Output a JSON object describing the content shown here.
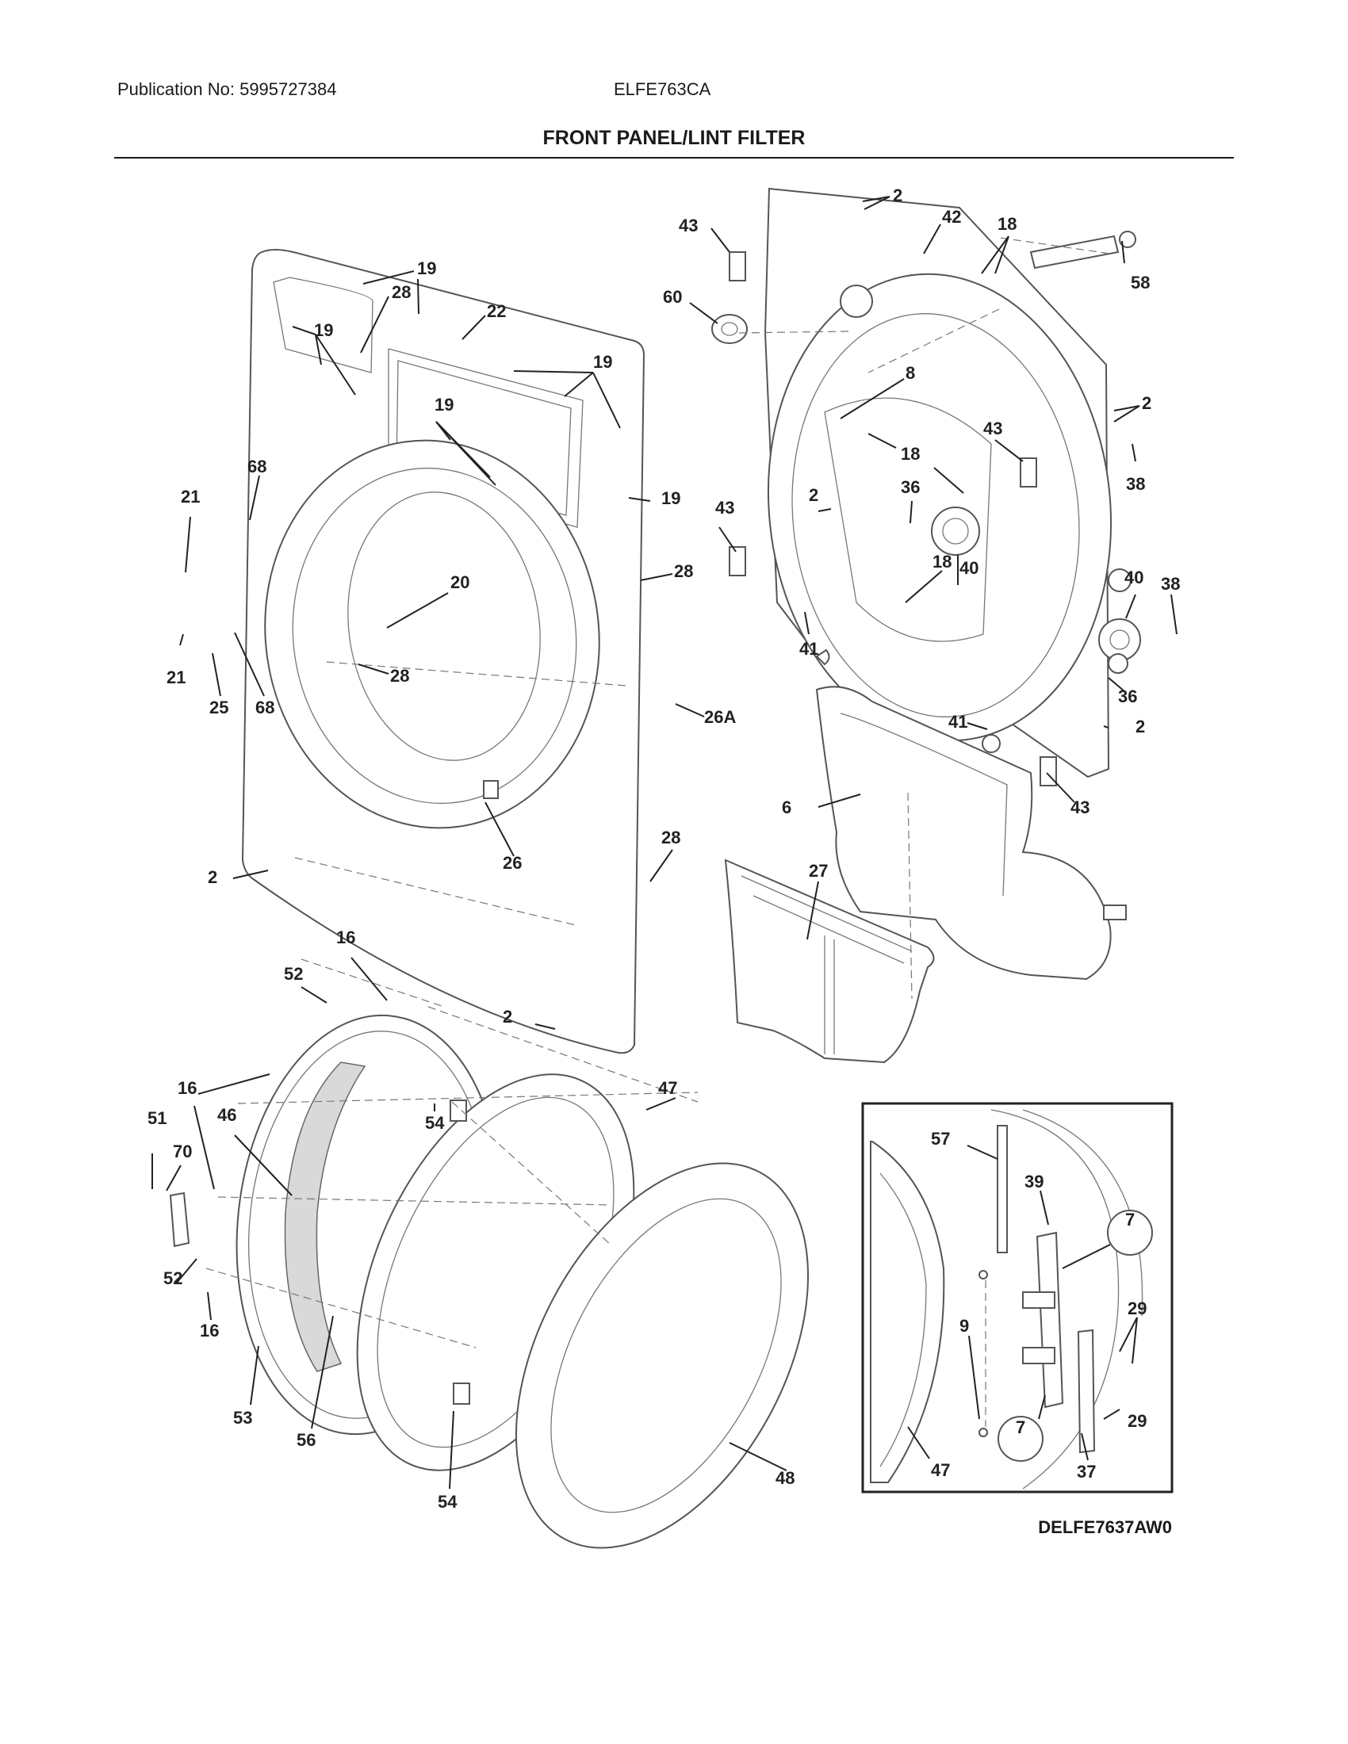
{
  "header": {
    "publication": "Publication No: 5995727384",
    "model": "ELFE763CA",
    "title": "FRONT PANEL/LINT FILTER"
  },
  "diagram_code": "DELFE7637AW0",
  "callouts": {
    "p2a": "2",
    "p42": "42",
    "p18a": "18",
    "p43a": "43",
    "p58": "58",
    "p60": "60",
    "p19a": "19",
    "p28a": "28",
    "p22": "22",
    "p19b": "19",
    "p19c": "19",
    "p8": "8",
    "p2b": "2",
    "p19d": "19",
    "p43b": "43",
    "p18b": "18",
    "p38a": "38",
    "p68a": "68",
    "p21a": "21",
    "p19e": "19",
    "p36a": "36",
    "p2c": "2",
    "p40a": "40",
    "p43c": "43",
    "p18c": "18",
    "p28b": "28",
    "p40b": "40",
    "p38b": "38",
    "p20": "20",
    "p41a": "41",
    "p21b": "21",
    "p25": "25",
    "p68b": "68",
    "p28c": "28",
    "p36b": "36",
    "p26a": "26A",
    "p41b": "41",
    "p2d": "2",
    "p6": "6",
    "p43d": "43",
    "p2e": "2",
    "p26": "26",
    "p28d": "28",
    "p27": "27",
    "p16a": "16",
    "p52a": "52",
    "p2f": "2",
    "p16b": "16",
    "p47a": "47",
    "p51": "51",
    "p46": "46",
    "p54a": "54",
    "p70": "70",
    "p52b": "52",
    "p16c": "16",
    "p53": "53",
    "p56": "56",
    "p54b": "54",
    "p48": "48",
    "p57": "57",
    "p39": "39",
    "p7a": "7",
    "p29a": "29",
    "p9": "9",
    "p7b": "7",
    "p29b": "29",
    "p37": "37",
    "p47b": "47"
  }
}
